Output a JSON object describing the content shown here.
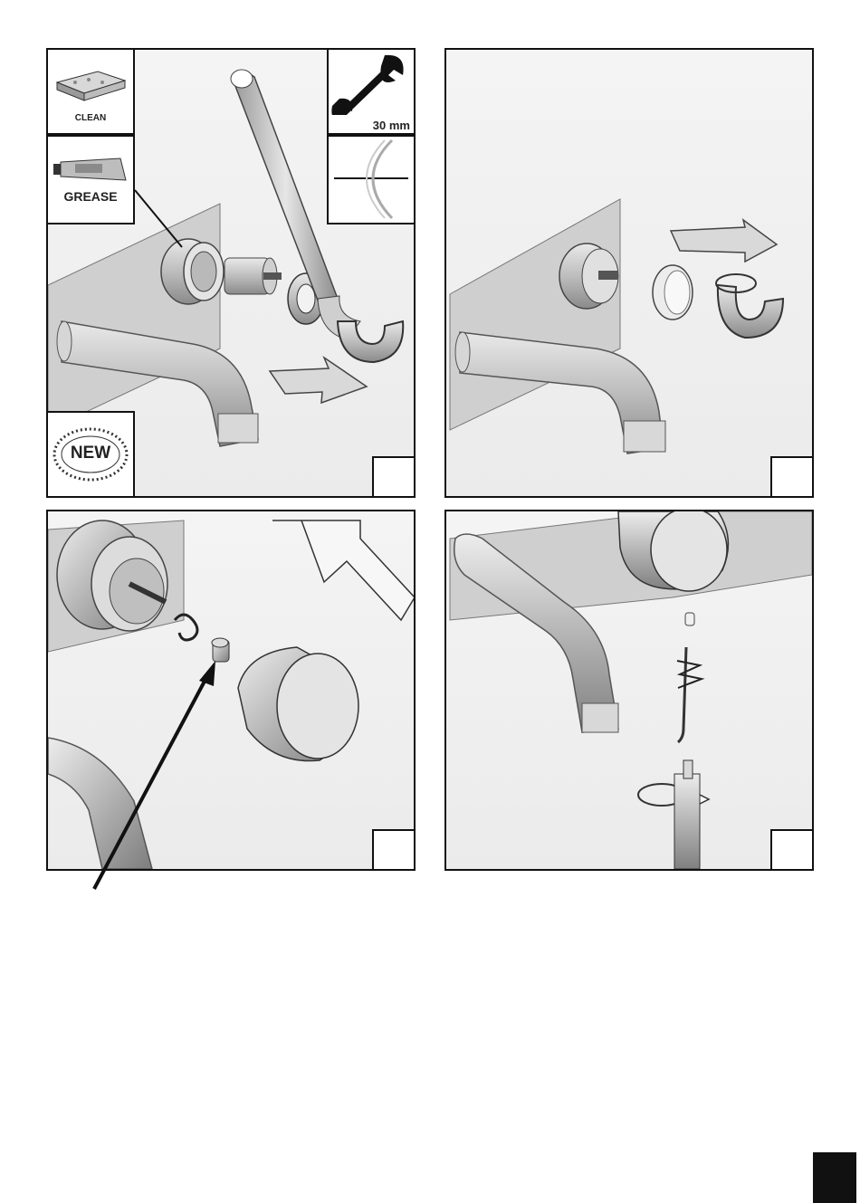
{
  "panels": {
    "p1": {
      "icons": {
        "clean": {
          "label": "CLEAN",
          "icon": "sponge-icon"
        },
        "grease": {
          "label": "GREASE",
          "icon": "grease-tube-icon"
        },
        "wrench": {
          "label": "30 mm",
          "icon": "wrench-icon"
        },
        "seal": {
          "icon": "seal-ring-icon"
        },
        "new": {
          "label": "NEW",
          "icon": "new-badge-icon"
        }
      }
    },
    "p2": {},
    "p3": {},
    "p4": {}
  },
  "colors": {
    "frame": "#111111",
    "panel_bg": "#eeeeee",
    "metal": "#bdbdbd"
  }
}
